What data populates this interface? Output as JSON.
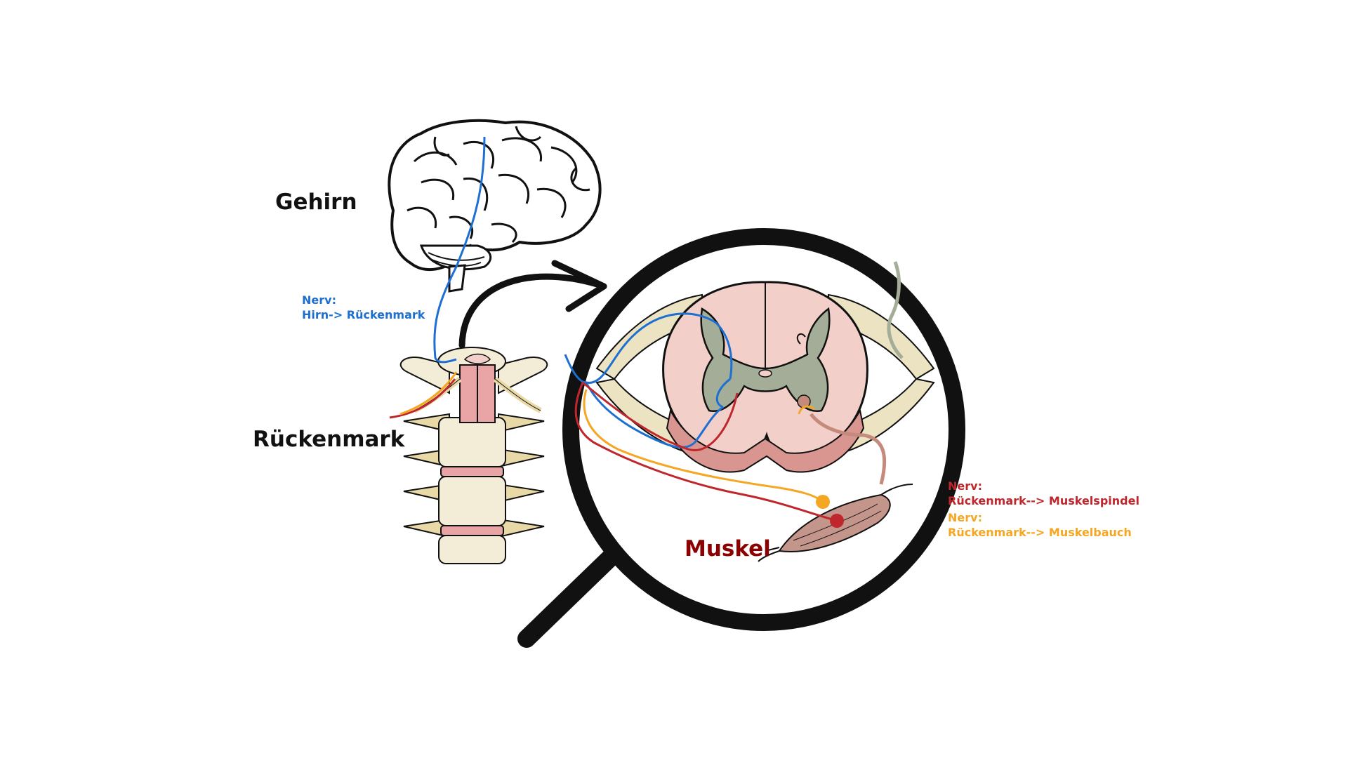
{
  "labels": {
    "brain": "Gehirn",
    "spinal_cord": "Rückenmark",
    "muscle": "Muskel"
  },
  "nerve_brain": {
    "line1": "Nerv:",
    "line2": "Hirn-> Rückenmark"
  },
  "nerve_spindle": {
    "line1": "Nerv:",
    "line2": "Rückenmark--> Muskelspindel"
  },
  "nerve_belly": {
    "line1": "Nerv:",
    "line2": "Rückenmark--> Muskelbauch"
  },
  "colors": {
    "nerve_brain": "#1d6fd1",
    "nerve_spindle": "#c0272d",
    "nerve_belly": "#f5a623",
    "muscle_label": "#8b0000",
    "outline": "#111111",
    "bone": "#f3ecd6",
    "disc": "#e9a5a5",
    "cord_white": "#f2cfc8",
    "cord_grey": "#a3ad97",
    "nerve_root": "#ece3c3"
  }
}
